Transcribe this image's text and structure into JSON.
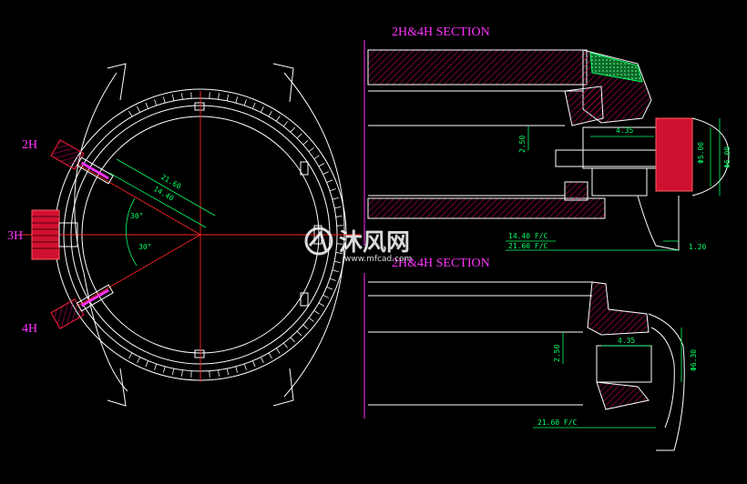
{
  "section_titles": [
    "2H&4H  SECTION",
    "2H&4H  SECTION"
  ],
  "position_labels": {
    "p2h": "2H",
    "p3h": "3H",
    "p4h": "4H"
  },
  "dims_left": {
    "d1": "21.60",
    "d2": "14.40",
    "a1": "30°",
    "a2": "30°"
  },
  "dims_upper": {
    "d1": "4.35",
    "d2": "2.50",
    "d3": "Φ5.00",
    "d4": "Φ6.00",
    "d5": "14.40 F/C",
    "d6": "21.60 F/C",
    "d7": "1.20"
  },
  "dims_lower": {
    "d1": "4.35",
    "d2": "2.50",
    "d3": "Φ6.30",
    "d4": "21.60 F/C"
  },
  "watermark": {
    "text": "沐风网",
    "url": "www.mfcad.com"
  },
  "colors": {
    "background": "#000000",
    "lines": "#ffffff",
    "label": "#ff33ff",
    "dim": "#00ff66",
    "center": "#ff2020",
    "hatch": "#c00060",
    "knurl": "#ff2040"
  }
}
